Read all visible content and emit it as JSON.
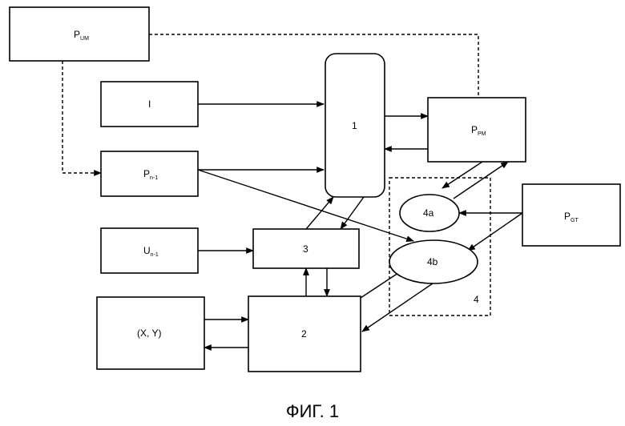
{
  "nodes": {
    "p_um": {
      "main": "P",
      "sub": "UM"
    },
    "i": {
      "main": "I"
    },
    "p_n1": {
      "main": "P",
      "sub": "n-1"
    },
    "u_n1": {
      "main": "U",
      "sub": "n-1"
    },
    "xy": {
      "main": "(X, Y)"
    },
    "one": {
      "main": "1"
    },
    "p_pm": {
      "main": "P",
      "sub": "PM"
    },
    "p_gt": {
      "main": "P",
      "sub": "GT"
    },
    "three": {
      "main": "3"
    },
    "two": {
      "main": "2"
    },
    "four_a": {
      "main": "4a"
    },
    "four_b": {
      "main": "4b"
    },
    "four": {
      "main": "4"
    }
  },
  "caption": "ФИГ. 1"
}
